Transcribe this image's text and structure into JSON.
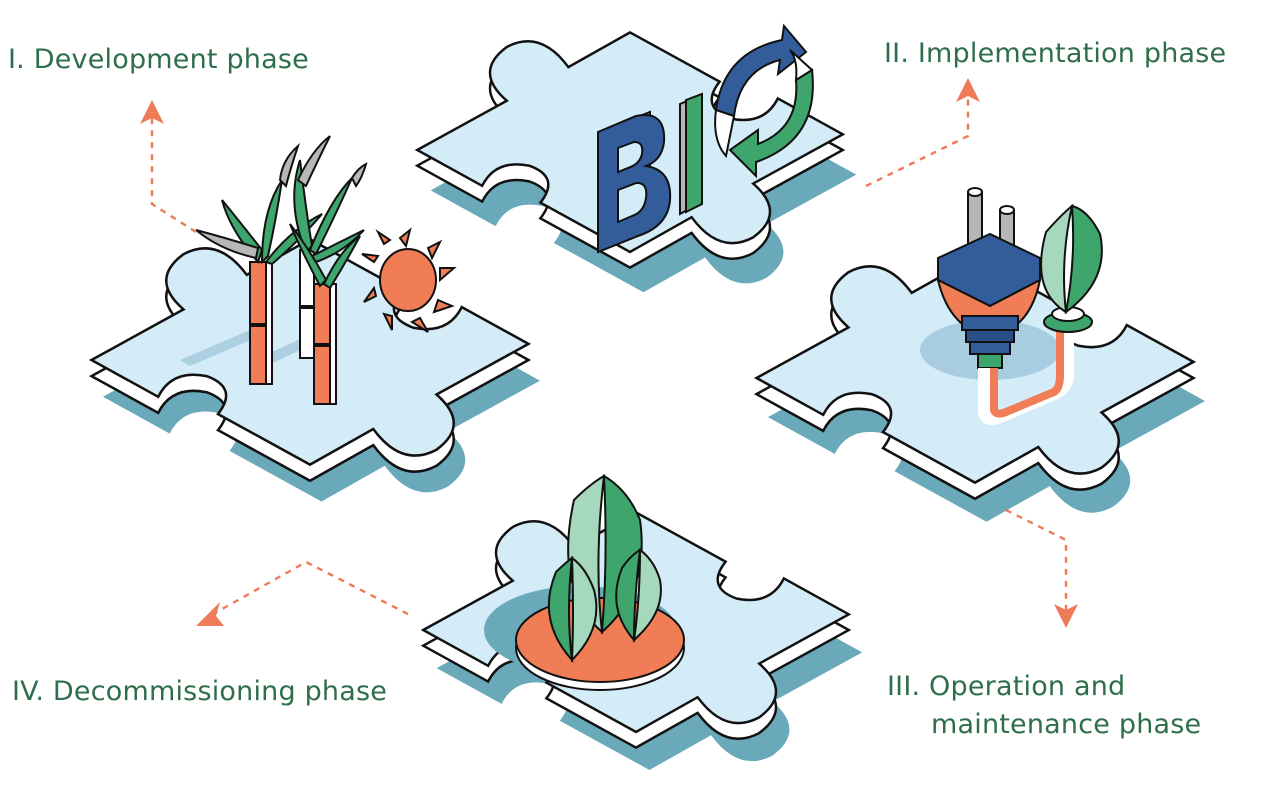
{
  "colors": {
    "label_text": "#2e6e4b",
    "arrow": "#ee7b57",
    "puzzle_top": "#d3ecf8",
    "puzzle_side": "#ffffff",
    "puzzle_shadow": "#6aa9ba",
    "outline": "#111111",
    "leaf_green": "#3ea56d",
    "leaf_light": "#a6d8be",
    "orange": "#f07d55",
    "blue": "#335c9a",
    "grey": "#b7b7b7"
  },
  "phases": {
    "development": {
      "label": "I. Development phase",
      "icon": "sugarcane-sun-icon"
    },
    "implementation": {
      "label": "II. Implementation phase",
      "icon": "bio-cycle-icon"
    },
    "operation": {
      "line1": "III. Operation and",
      "line2": "maintenance phase",
      "icon": "plug-leaf-icon"
    },
    "decommissioning": {
      "label": "IV. Decommissioning phase",
      "icon": "regrowth-leaves-icon"
    }
  },
  "bio_text": {
    "b": "B",
    "i": "I"
  }
}
